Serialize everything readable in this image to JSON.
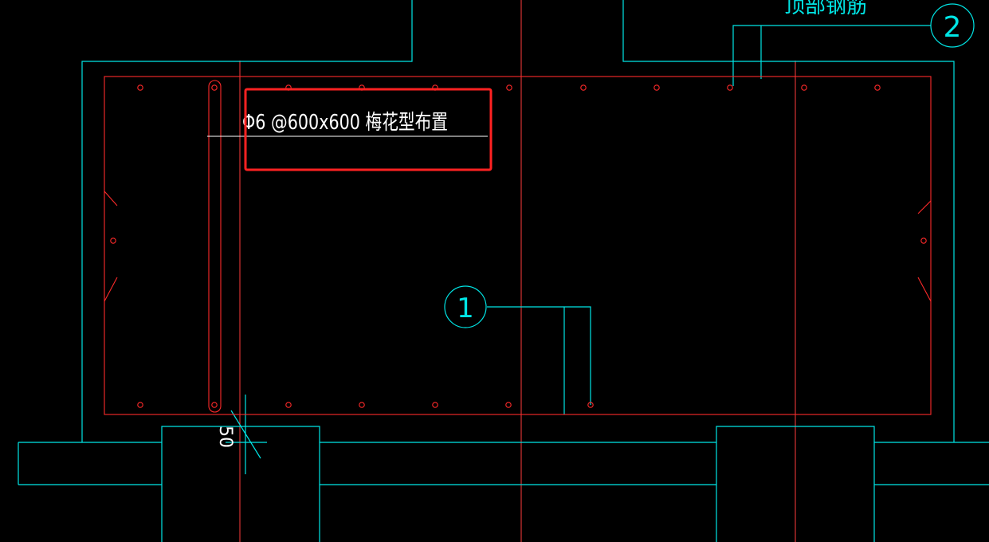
{
  "colors": {
    "background": "#000000",
    "outline": "#00e5e5",
    "rebar": "#ff2a2a",
    "grid": "#ff3b3b",
    "text": "#ffffff",
    "highlight": "#ff2222"
  },
  "annotations": {
    "rebar_note": "Φ6 @600x600  梅花型布置",
    "top_rebar_label": "顶部钢筋",
    "callout_1": "1",
    "callout_2": "2",
    "dimension": "50"
  }
}
